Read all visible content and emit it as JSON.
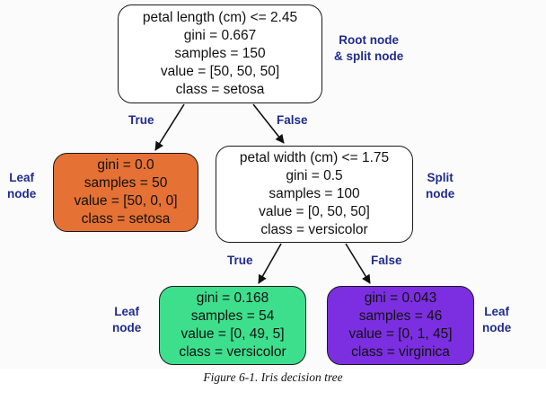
{
  "nodes": {
    "root": [
      "petal length (cm) <= 2.45",
      "gini = 0.667",
      "samples = 150",
      "value = [50, 50, 50]",
      "class = setosa"
    ],
    "setosa": [
      "gini = 0.0",
      "samples = 50",
      "value = [50, 0, 0]",
      "class = setosa"
    ],
    "split": [
      "petal width (cm) <= 1.75",
      "gini = 0.5",
      "samples = 100",
      "value = [0, 50, 50]",
      "class = versicolor"
    ],
    "versicolor": [
      "gini = 0.168",
      "samples = 54",
      "value = [0, 49, 5]",
      "class = versicolor"
    ],
    "virginica": [
      "gini = 0.043",
      "samples = 46",
      "value = [0, 1, 45]",
      "class = virginica"
    ]
  },
  "edges": {
    "true_label": "True",
    "false_label": "False"
  },
  "annotations": {
    "root": [
      "Root node",
      "& split node"
    ],
    "leaf": [
      "Leaf",
      "node"
    ],
    "split": [
      "Split",
      "node"
    ]
  },
  "colors": {
    "setosa": "#e57135",
    "versicolor": "#3ddf8c",
    "virginica": "#7b2fe0",
    "annotation": "#1f2c8c"
  },
  "caption": "Figure 6-1. Iris decision tree"
}
